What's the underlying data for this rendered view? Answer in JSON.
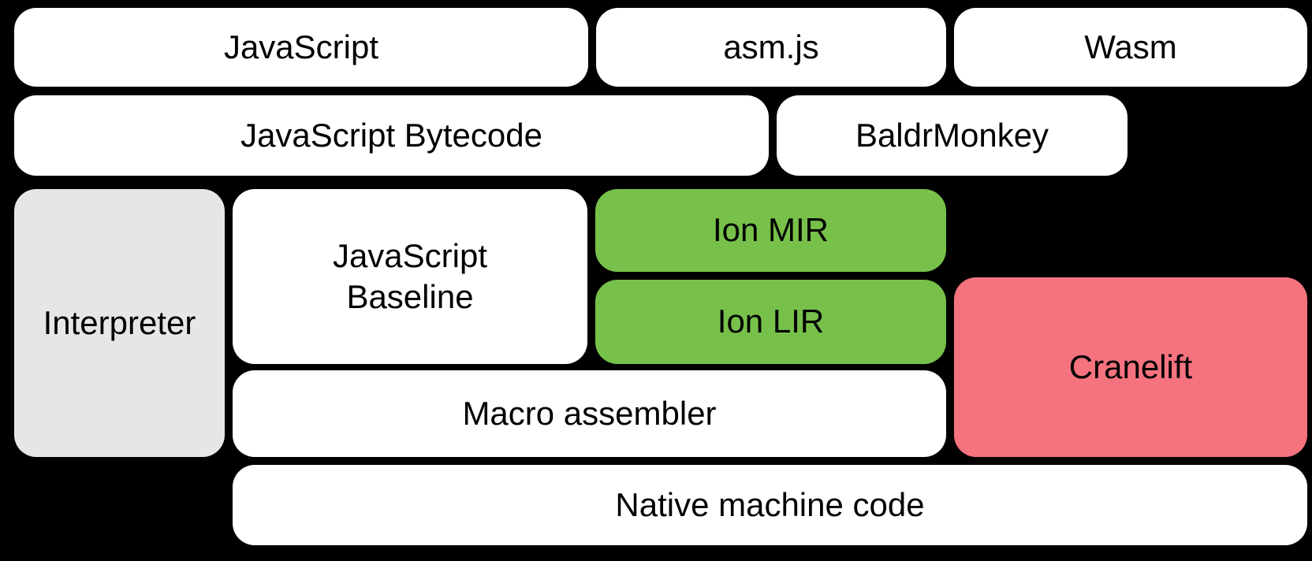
{
  "colors": {
    "background": "#000000",
    "text": "#000000",
    "box_white": "#ffffff",
    "box_gray": "#e6e6e6",
    "box_green": "#77c14a",
    "box_pink": "#f4737f"
  },
  "nodes": {
    "javascript": {
      "label": "JavaScript",
      "color": "#ffffff"
    },
    "asmjs": {
      "label": "asm.js",
      "color": "#ffffff"
    },
    "wasm": {
      "label": "Wasm",
      "color": "#ffffff"
    },
    "javascript_bytecode": {
      "label": "JavaScript Bytecode",
      "color": "#ffffff"
    },
    "baldrmonkey": {
      "label": "BaldrMonkey",
      "color": "#ffffff"
    },
    "interpreter": {
      "label": "Interpreter",
      "color": "#e6e6e6"
    },
    "javascript_baseline": {
      "label": "JavaScript Baseline",
      "color": "#ffffff"
    },
    "ion_mir": {
      "label": "Ion MIR",
      "color": "#77c14a"
    },
    "ion_lir": {
      "label": "Ion LIR",
      "color": "#77c14a"
    },
    "cranelift": {
      "label": "Cranelift",
      "color": "#f4737f"
    },
    "macro_assembler": {
      "label": "Macro assembler",
      "color": "#ffffff"
    },
    "native_machine_code": {
      "label": "Native machine code",
      "color": "#ffffff"
    }
  }
}
